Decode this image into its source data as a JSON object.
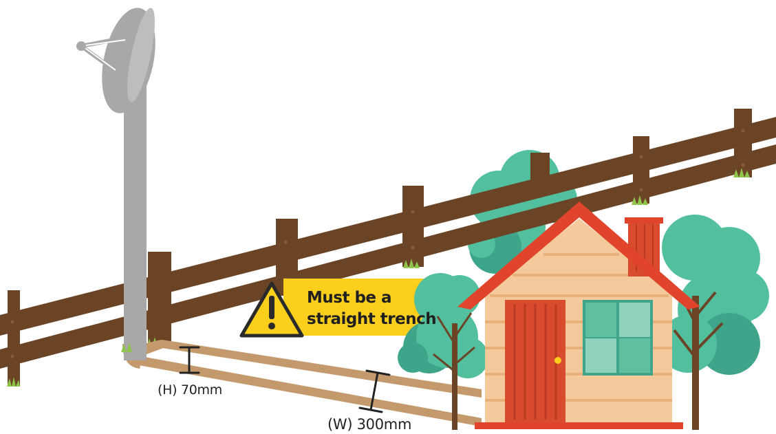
{
  "warning": {
    "line1": "Must be a",
    "line2": "straight trench"
  },
  "dimensions": {
    "height_label": "(H) 70mm",
    "width_label": "(W) 300mm"
  },
  "colors": {
    "fence": "#6b4426",
    "fence_dark": "#54331c",
    "pole": "#a8a8a8",
    "trench": "#c49a6c",
    "sign": "#fccf1c",
    "tree": "#52bf9f",
    "roof": "#e0442a",
    "house_wall": "#f4c99b",
    "door": "#d84b2d",
    "window": "#8fd3bd",
    "grass": "#8fc44d"
  },
  "icons": {
    "warning": "warning-icon",
    "satellite": "satellite-dish-icon"
  }
}
